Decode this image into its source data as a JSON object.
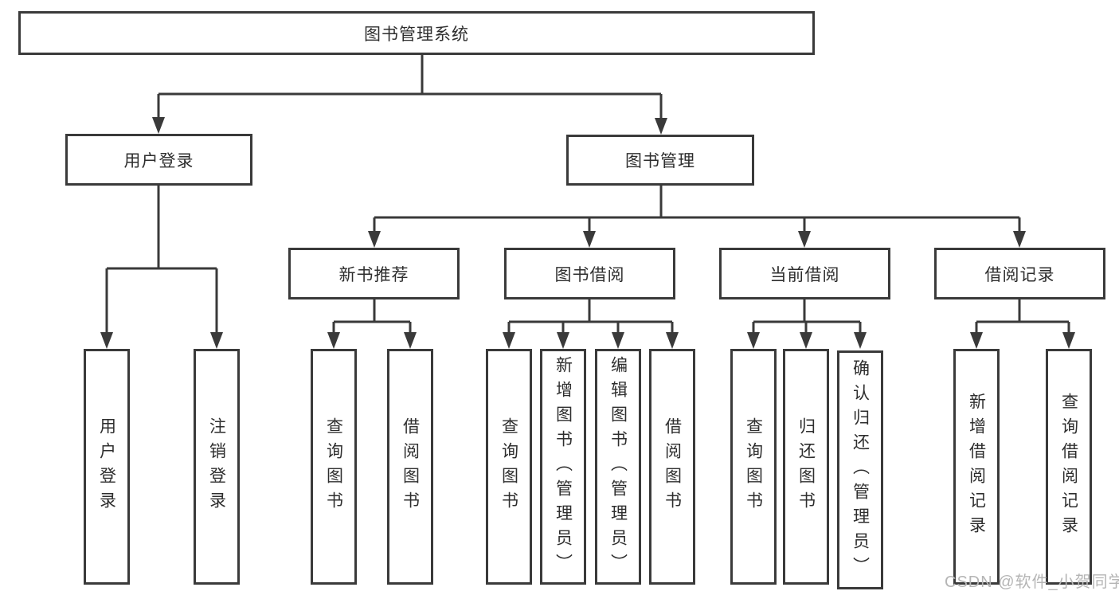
{
  "diagram": {
    "root": {
      "label": "图书管理系统"
    },
    "branches": [
      {
        "label": "用户登录",
        "children": [
          {
            "label": "用户登录"
          },
          {
            "label": "注销登录"
          }
        ]
      },
      {
        "label": "图书管理",
        "children": [
          {
            "label": "新书推荐",
            "children": [
              {
                "label": "查询图书"
              },
              {
                "label": "借阅图书"
              }
            ]
          },
          {
            "label": "图书借阅",
            "children": [
              {
                "label": "查询图书"
              },
              {
                "label": "新增图书（管理员）"
              },
              {
                "label": "编辑图书（管理员）"
              },
              {
                "label": "借阅图书"
              }
            ]
          },
          {
            "label": "当前借阅",
            "children": [
              {
                "label": "查询图书"
              },
              {
                "label": "归还图书"
              },
              {
                "label": "确认归还（管理员）"
              }
            ]
          },
          {
            "label": "借阅记录",
            "children": [
              {
                "label": "新增借阅记录"
              },
              {
                "label": "查询借阅记录"
              }
            ]
          }
        ]
      }
    ]
  },
  "colors": {
    "line": "#3a3a3a",
    "text": "#2e2e2e",
    "watermark": "#b5b5b5",
    "background": "#ffffff"
  },
  "watermark": {
    "text": "CSDN @软件_小贺同学"
  }
}
